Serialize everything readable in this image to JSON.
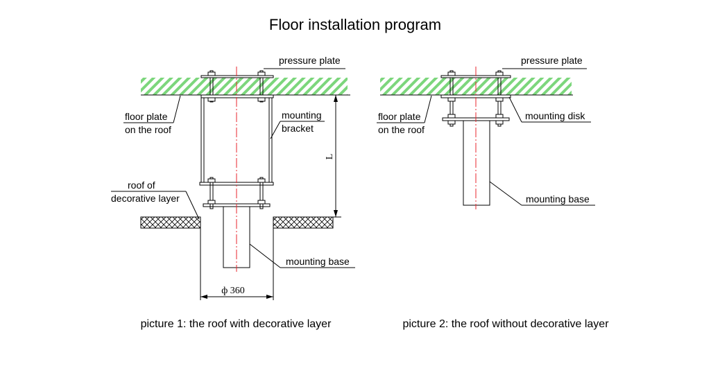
{
  "title": "Floor installation program",
  "picture1": {
    "caption": "picture 1: the roof with decorative layer",
    "labels": {
      "pressure_plate": "pressure plate",
      "floor_plate_line1": "floor plate",
      "floor_plate_line2": "on the roof",
      "mounting_bracket_line1": "mounting",
      "mounting_bracket_line2": "bracket",
      "roof_line1": "roof of",
      "roof_line2": "decorative layer",
      "mounting_base": "mounting base",
      "dimension_L": "L",
      "diameter": "ф 360"
    }
  },
  "picture2": {
    "caption": "picture 2: the roof without decorative layer",
    "labels": {
      "pressure_plate": "pressure plate",
      "floor_plate_line1": "floor plate",
      "floor_plate_line2": "on the roof",
      "mounting_disk": "mounting disk",
      "mounting_base": "mounting base"
    }
  },
  "colors": {
    "floor_hatch": "#7cd67c",
    "centerline": "#e8262e",
    "lines": "#000000"
  }
}
